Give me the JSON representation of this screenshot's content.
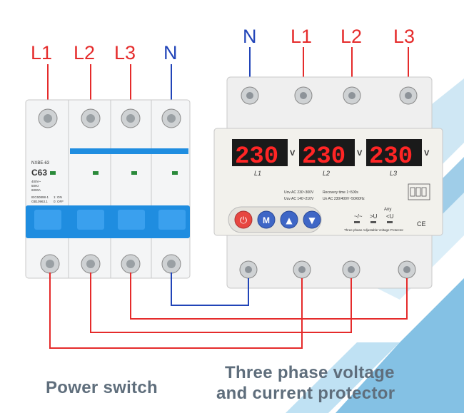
{
  "breaker": {
    "top_labels": [
      "L1",
      "L2",
      "L3",
      "N"
    ],
    "model": "NXBE-63",
    "rating": "C63",
    "spec_small": [
      "400V~",
      "50Hz",
      "6000A",
      "IEC60898-1",
      "GB10963.1",
      "1: ON",
      "0: OFF"
    ]
  },
  "protector": {
    "top_labels": [
      "N",
      "L1",
      "L2",
      "L3"
    ],
    "displays": [
      {
        "value": "230",
        "unit": "V",
        "label": "L1"
      },
      {
        "value": "230",
        "unit": "V",
        "label": "L2"
      },
      {
        "value": "230",
        "unit": "V",
        "label": "L3"
      }
    ],
    "info_left": [
      "Uov AC 230~300V",
      "Uuv AC 140~210V"
    ],
    "info_right": [
      "Recovery time 1~500s",
      "Un AC 230/400V~50/60Hz"
    ],
    "buttons": [
      "⏻",
      "M",
      "▲",
      "▼"
    ],
    "status": [
      "Any",
      "~/~",
      ">U",
      "<U"
    ],
    "ce_mark": "CE",
    "product_name": "Three phase Adjustable Voltage Protector"
  },
  "captions": {
    "left": "Power switch",
    "right_line1": "Three phase voltage",
    "right_line2": "and current protector"
  },
  "colors": {
    "phase_wire": "#e52b2b",
    "neutral_wire": "#2144b8",
    "breaker_blue": "#1f8de0",
    "led_red": "#ff2525",
    "caption_gray": "#5f6e7c"
  }
}
